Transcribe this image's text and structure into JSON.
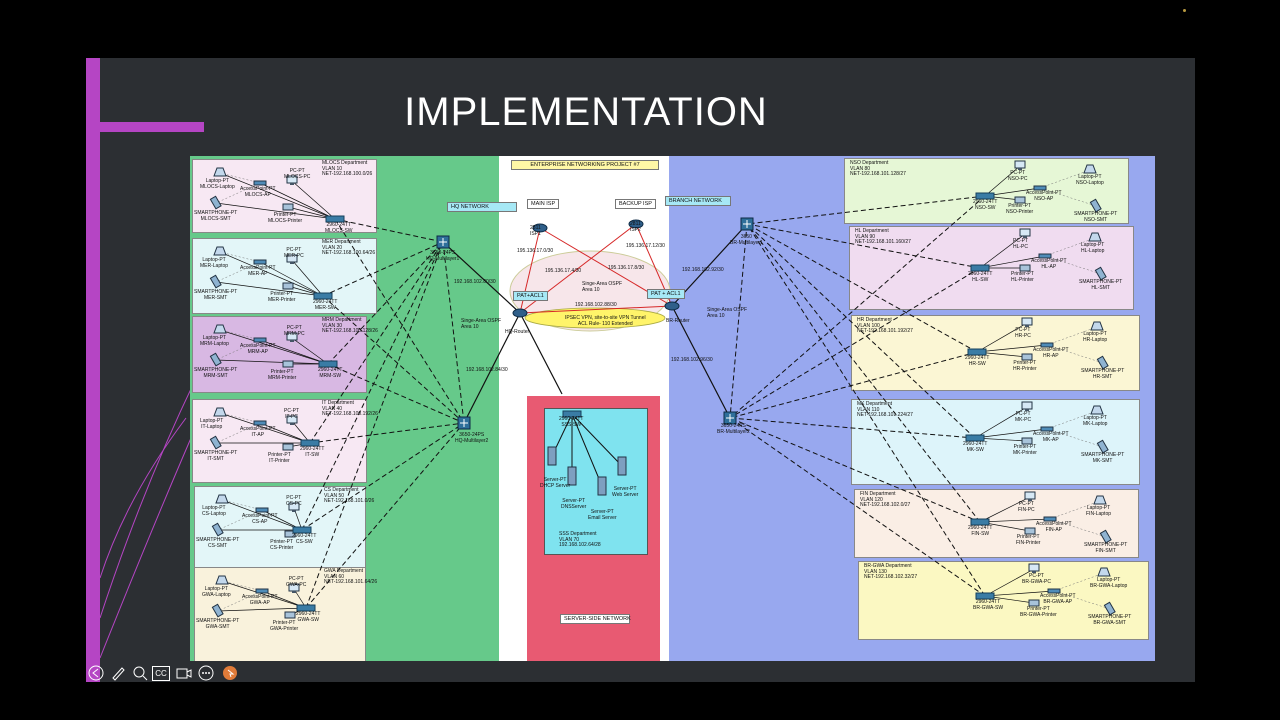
{
  "slide": {
    "title": "IMPLEMENTATION"
  },
  "diagram": {
    "project_title": "ENTERPRISE NETWORKING PROJECT #7",
    "hq_label": "HQ NETWORK",
    "branch_label": "BRANCH NETWORK",
    "server_label": "SERVER-SIDE NETWORK",
    "isp": {
      "main_label": "MAIN ISP",
      "main_device": "2811\nISP1",
      "backup_label": "BACKUP ISP",
      "backup_device": "2811\nISP2"
    },
    "links": {
      "l1": "195.136.17.0/30",
      "l2": "195.136.17.4/30",
      "l3": "195.136.17.8/30",
      "l4": "195.136.17.12/30",
      "hq_ml1": "192.168.102.80/30",
      "hq_ml2": "192.168.102.84/30",
      "tunnel": "192.168.102.88/30",
      "br_ml1": "192.168.102.92/30",
      "br_ml2": "192.168.102.96/30"
    },
    "ospf_center": "Singe-Area OSPF\nArea 10",
    "ospf_left": "Singe-Area OSPF\nArea 10",
    "ospf_right": "Singe-Area OSPF\nArea 10",
    "vpn": "IPSEC VPN, site-to-site VPN Tunnel\nACL Rule- 110 Extended",
    "pat_hq": "PAT+ACL1",
    "pat_br": "PAT + ACL1",
    "hq_router": "HQ-Router",
    "br_router": "BR-Router",
    "hq_ml1_dev": "3650-24PS\nHQ-Multilayer1",
    "hq_ml2_dev": "3650-24PS\nHQ-Multilayer2",
    "br_ml1_dev": "3650\nBR-Multilayer1",
    "br_ml2_dev": "3650-24PS\nBR-Multilayer2",
    "server": {
      "dept": "SSS Department\nVLAN 70\n192.168.102.64/28",
      "switch": "2960-24TT\nSSS-SW",
      "dhcp": "Server-PT\nDHCP Server",
      "dns": "Server-PT\nDNSServer",
      "email": "Server-PT\nEmail Server",
      "web": "Server-PT\nWeb Server"
    },
    "hq_depts": [
      {
        "hdr": "MLOCS Department\nVLAN 10\nNET-192.168.100.0/26",
        "laptop": "Laptop-PT\nMLOCS-Laptop",
        "ap": "AccessPoint-PT\nMLOCS-AP",
        "pc": "PC-PT\nMLOCS-PC",
        "phone": "SMARTPHONE-PT\nMLOCS-SMT",
        "printer": "Printer-PT\nMLOCS-Printer",
        "sw": "2960-24TT\nMLOCS-SW"
      },
      {
        "hdr": "MER Department\nVLAN 20\nNET-192.168.100.64/26",
        "laptop": "Laptop-PT\nMER-Laptop",
        "ap": "AccessPoint-PT\nMER-AP",
        "pc": "PC-PT\nMER-PC",
        "phone": "SMARTPHONE-PT\nMER-SMT",
        "printer": "Printer-PT\nMER-Printer",
        "sw": "2960-24TT\nMER-SW"
      },
      {
        "hdr": "MRM Department\nVLAN 30\nNET-192.168.100.128/26",
        "laptop": "Laptop-PT\nMRM-Laptop",
        "ap": "AccessPoint-PT\nMRM-AP",
        "pc": "PC-PT\nMRM-PC",
        "phone": "SMARTPHONE-PT\nMRM-SMT",
        "printer": "Printer-PT\nMRM-Printer",
        "sw": "2960-24TT\nMRM-SW"
      },
      {
        "hdr": "IT Department\nVLAN 40\nNET-192.168.100.192/26",
        "laptop": "Laptop-PT\nIT-Laptop",
        "ap": "AccessPoint-PT\nIT-AP",
        "pc": "PC-PT\nIT-PC",
        "phone": "SMARTPHONE-PT\nIT-SMT",
        "printer": "Printer-PT\nIT-Printer",
        "sw": "2960-24TT\nIT-SW"
      },
      {
        "hdr": "CS Department\nVLAN 50\nNET-192.168.101.0/26",
        "laptop": "Laptop-PT\nCS-Laptop",
        "ap": "AccessPoint-PT\nCS-AP",
        "pc": "PC-PT\nCS-PC",
        "phone": "SMARTPHONE-PT\nCS-SMT",
        "printer": "Printer-PT\nCS-Printer",
        "sw": "2960-24TT\nCS-SW"
      },
      {
        "hdr": "GWA Department\nVLAN 60\nNET-192.168.101.64/26",
        "laptop": "Laptop-PT\nGWA-Laptop",
        "ap": "AccessPoint-PT\nGWA-AP",
        "pc": "PC-PT\nGWA-PC",
        "phone": "SMARTPHONE-PT\nGWA-SMT",
        "printer": "Printer-PT\nGWA-Printer",
        "sw": "2960-24TT\nGWA-SW"
      }
    ],
    "br_depts": [
      {
        "hdr": "NSO Department\nVLAN 80\nNET-192.168.101.128/27",
        "laptop": "Laptop-PT\nNSO-Laptop",
        "ap": "AccessPoint-PT\nNSO-AP",
        "pc": "PC-PT\nNSO-PC",
        "phone": "SMARTPHONE-PT\nNSO-SMT",
        "printer": "Printer-PT\nNSO-Printer",
        "sw": "2960-24TT\nNSO-SW"
      },
      {
        "hdr": "HL Department\nVLAN 90\nNET-192.168.101.160/27",
        "laptop": "Laptop-PT\nHL-Laptop",
        "ap": "AccessPoint-PT\nHL-AP",
        "pc": "PC-PT\nHL-PC",
        "phone": "SMARTPHONE-PT\nHL-SMT",
        "printer": "Printer-PT\nHL-Printer",
        "sw": "2960-24TT\nHL-SW"
      },
      {
        "hdr": "HR Department\nVLAN 100\nNET-192.168.101.192/27",
        "laptop": "Laptop-PT\nHR-Laptop",
        "ap": "AccessPoint-PT\nHR-AP",
        "pc": "PC-PT\nHR-PC",
        "phone": "SMARTPHONE-PT\nHR-SMT",
        "printer": "Printer-PT\nHR-Printer",
        "sw": "2960-24TT\nHR-SW"
      },
      {
        "hdr": "MK Department\nVLAN 110\nNET-192.168.101.224/27",
        "laptop": "Laptop-PT\nMK-Laptop",
        "ap": "AccessPoint-PT\nMK-AP",
        "pc": "PC-PT\nMK-PC",
        "phone": "SMARTPHONE-PT\nMK-SMT",
        "printer": "Printer-PT\nMK-Printer",
        "sw": "2960-24TT\nMK-SW"
      },
      {
        "hdr": "FIN Department\nVLAN 120\nNET-192.168.102.0/27",
        "laptop": "Laptop-PT\nFIN-Laptop",
        "ap": "AccessPoint-PT\nFIN-AP",
        "pc": "PC-PT\nFIN-PC",
        "phone": "SMARTPHONE-PT\nFIN-SMT",
        "printer": "Printer-PT\nFIN-Printer",
        "sw": "2960-24TT\nFIN-SW"
      },
      {
        "hdr": "BR-GWA Department\nVLAN 130\nNET-192.168.102.32/27",
        "laptop": "Laptop-PT\nBR-GWA-Laptop",
        "ap": "AccessPoint-PT\nBR-GWA-AP",
        "pc": "PC-PT\nBR-GWA-PC",
        "phone": "SMARTPHONE-PT\nBR-GWA-SMT",
        "printer": "Printer-PT\nBR-GWA-Printer",
        "sw": "2960-24TT\nBR-GWA-SW"
      }
    ]
  },
  "player": {
    "controls": [
      "back-arrow-icon",
      "pen-icon",
      "zoom-icon",
      "captions-icon",
      "video-icon",
      "more-icon",
      "pointer-icon"
    ],
    "captions_label": "CC"
  }
}
